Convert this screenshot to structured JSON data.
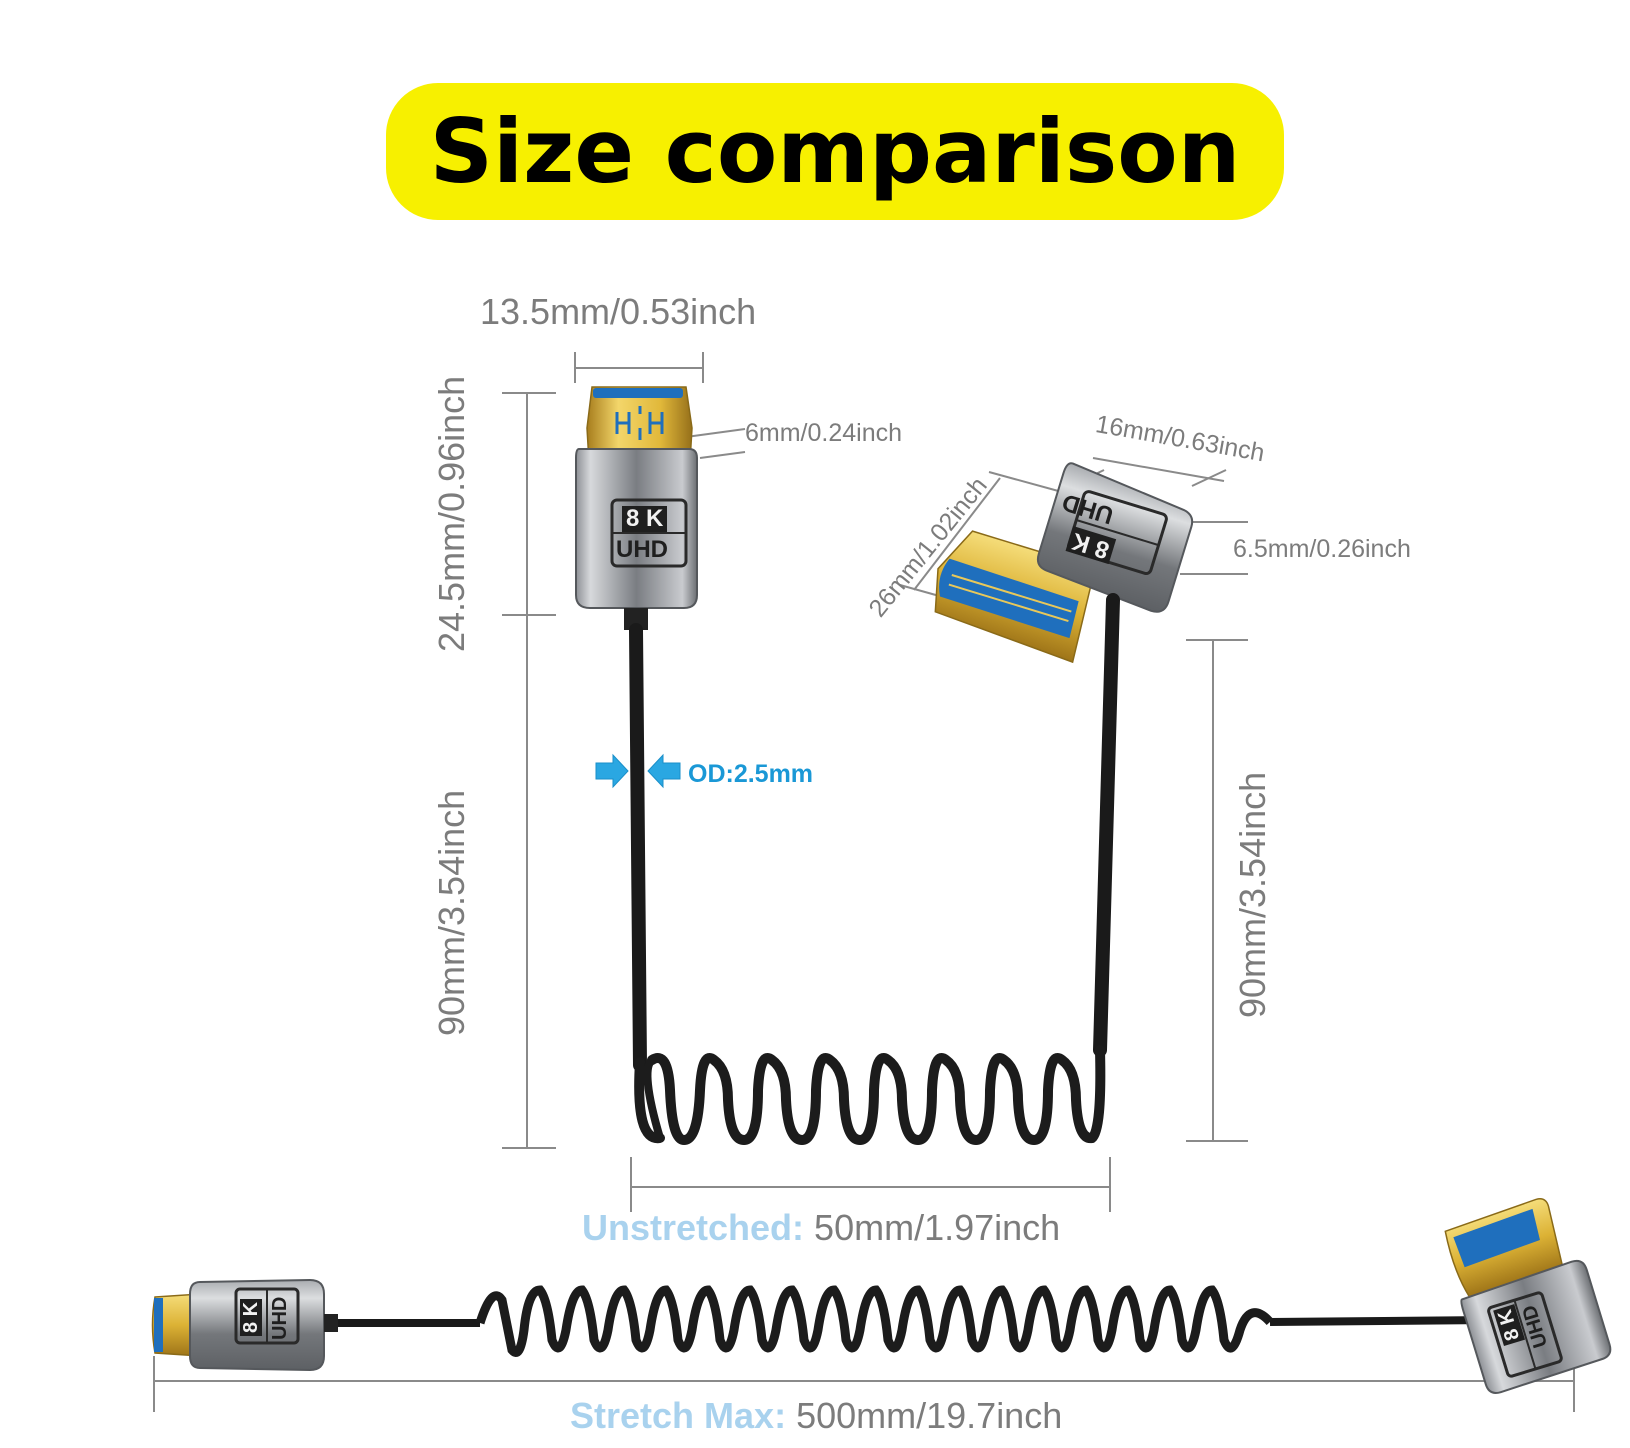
{
  "title": "Size comparison",
  "dimensions": {
    "mini_width": "13.5mm/0.53inch",
    "mini_height": "24.5mm/0.96inch",
    "mini_tip_thickness": "6mm/0.24inch",
    "full_width": "16mm/0.63inch",
    "full_length": "26mm/1.02inch",
    "full_thickness": "6.5mm/0.26inch",
    "left_cable_length": "90mm/3.54inch",
    "right_cable_length": "90mm/3.54inch",
    "outer_diameter": "OD:2.5mm",
    "unstretched_label": "Unstretched:",
    "unstretched_value": "50mm/1.97inch",
    "stretch_label": "Stretch Max:",
    "stretch_value": "500mm/19.7inch"
  },
  "connector_badge": {
    "line1": "8 K",
    "line2": "UHD",
    "mini_pin_marks": "H H"
  },
  "colors": {
    "title_background": "#f7f000",
    "label_gray": "#7c7c7c",
    "od_blue": "#1a98d6",
    "emphasis_light_blue": "#a9d2ee",
    "gold": "#e1b83a",
    "metal_gray": "#6f7276",
    "connector_blue": "#1f6fbd",
    "cable_black": "#1a1a1a"
  }
}
